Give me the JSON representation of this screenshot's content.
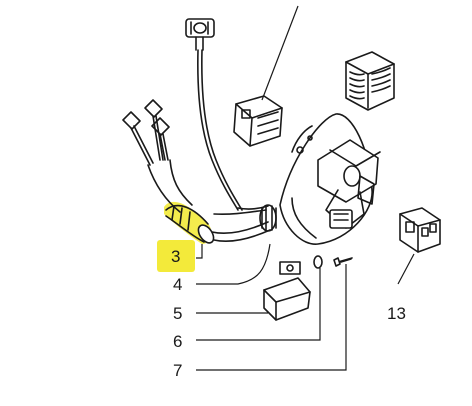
{
  "diagram": {
    "highlight_color": "#f3ea3a",
    "ink_color": "#1a1a1a",
    "callouts": [
      {
        "id": "3",
        "label": "3",
        "highlighted": true
      },
      {
        "id": "4",
        "label": "4",
        "highlighted": false
      },
      {
        "id": "5",
        "label": "5",
        "highlighted": false
      },
      {
        "id": "6",
        "label": "6",
        "highlighted": false
      },
      {
        "id": "7",
        "label": "7",
        "highlighted": false
      },
      {
        "id": "13",
        "label": "13",
        "highlighted": false
      }
    ]
  }
}
